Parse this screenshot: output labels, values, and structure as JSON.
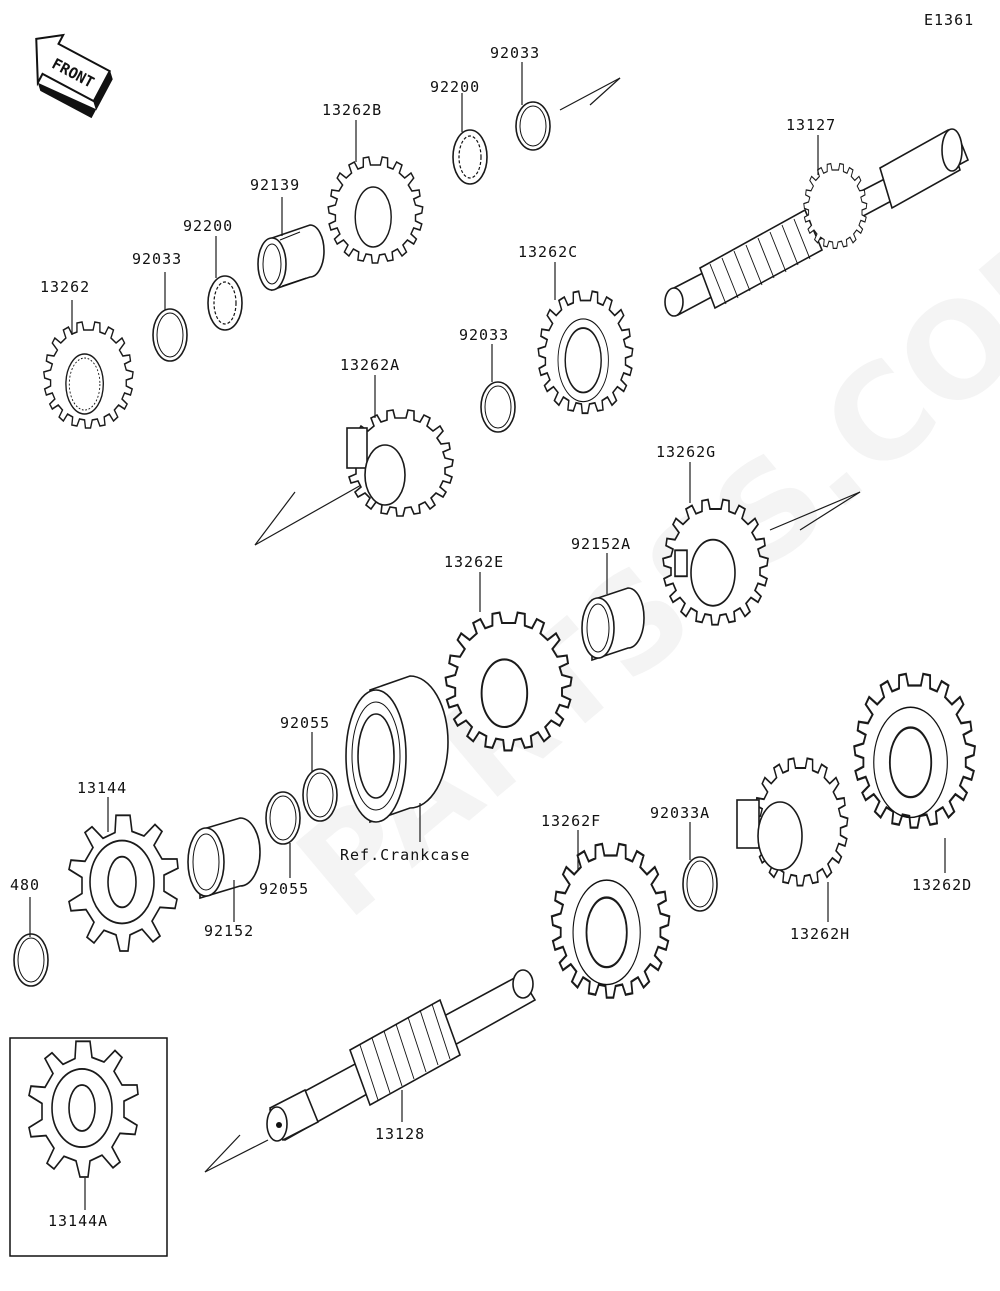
{
  "diagram_code": "E1361",
  "front_label": "FRONT",
  "watermark": "PARTSSS.COM",
  "callouts": {
    "c13262": "13262",
    "c92033_left": "92033",
    "c92200_left": "92200",
    "c92139": "92139",
    "c13262B": "13262B",
    "c92200_right": "92200",
    "c92033_top": "92033",
    "c13127": "13127",
    "c13262C": "13262C",
    "c92033_mid": "92033",
    "c13262A": "13262A",
    "c13262G": "13262G",
    "c92152A": "92152A",
    "c13262E": "13262E",
    "c92055_top": "92055",
    "c92055_bottom": "92055",
    "ref_crankcase": "Ref.Crankcase",
    "c13144": "13144",
    "c480": "480",
    "c92152": "92152",
    "c13262F": "13262F",
    "c92033A": "92033A",
    "c13262H": "13262H",
    "c13262D": "13262D",
    "c13128": "13128",
    "c13144A": "13144A"
  }
}
